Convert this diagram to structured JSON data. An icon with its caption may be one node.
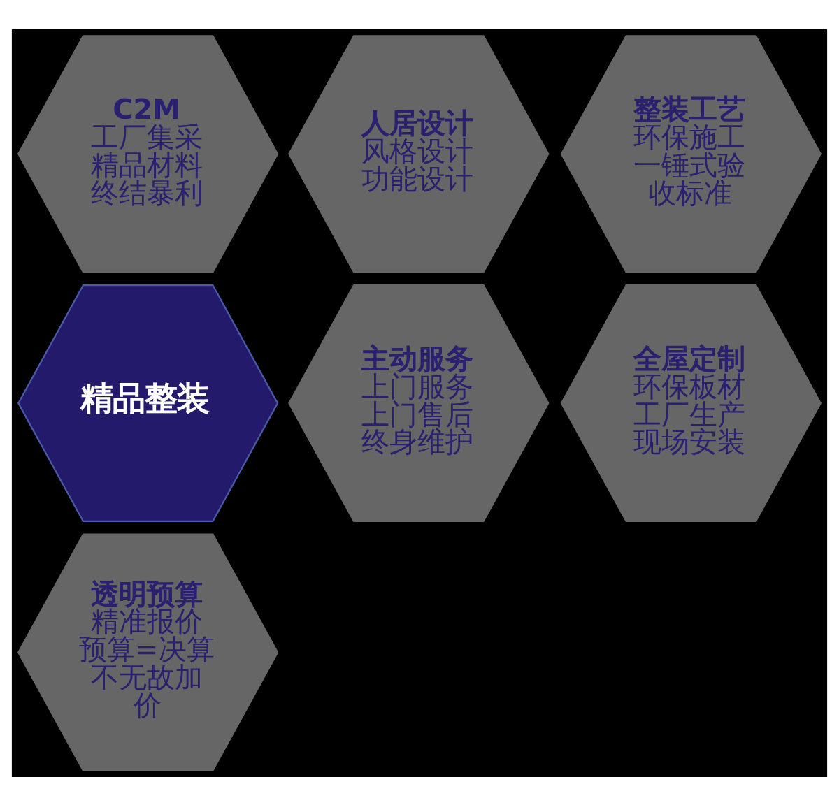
{
  "diagram": {
    "nodes": [
      {
        "text": [
          "C2M",
          "工厂集采精品材料终结暴利"
        ]
      },
      {
        "text": [
          "人居设计",
          "风格设计功能设计"
        ]
      },
      {
        "text": [
          "整装工艺",
          "环保施工一锤式验收标准"
        ]
      },
      {
        "text": [
          "精品整装"
        ]
      },
      {
        "text": [
          "主动服务",
          "上门服务上门售后终身维护"
        ]
      },
      {
        "text": [
          "全屋定制",
          "环保板材工厂生产现场安装"
        ]
      },
      {
        "text": [
          "透明预算",
          "精准报价预算=决算不无故加价"
        ]
      }
    ]
  }
}
